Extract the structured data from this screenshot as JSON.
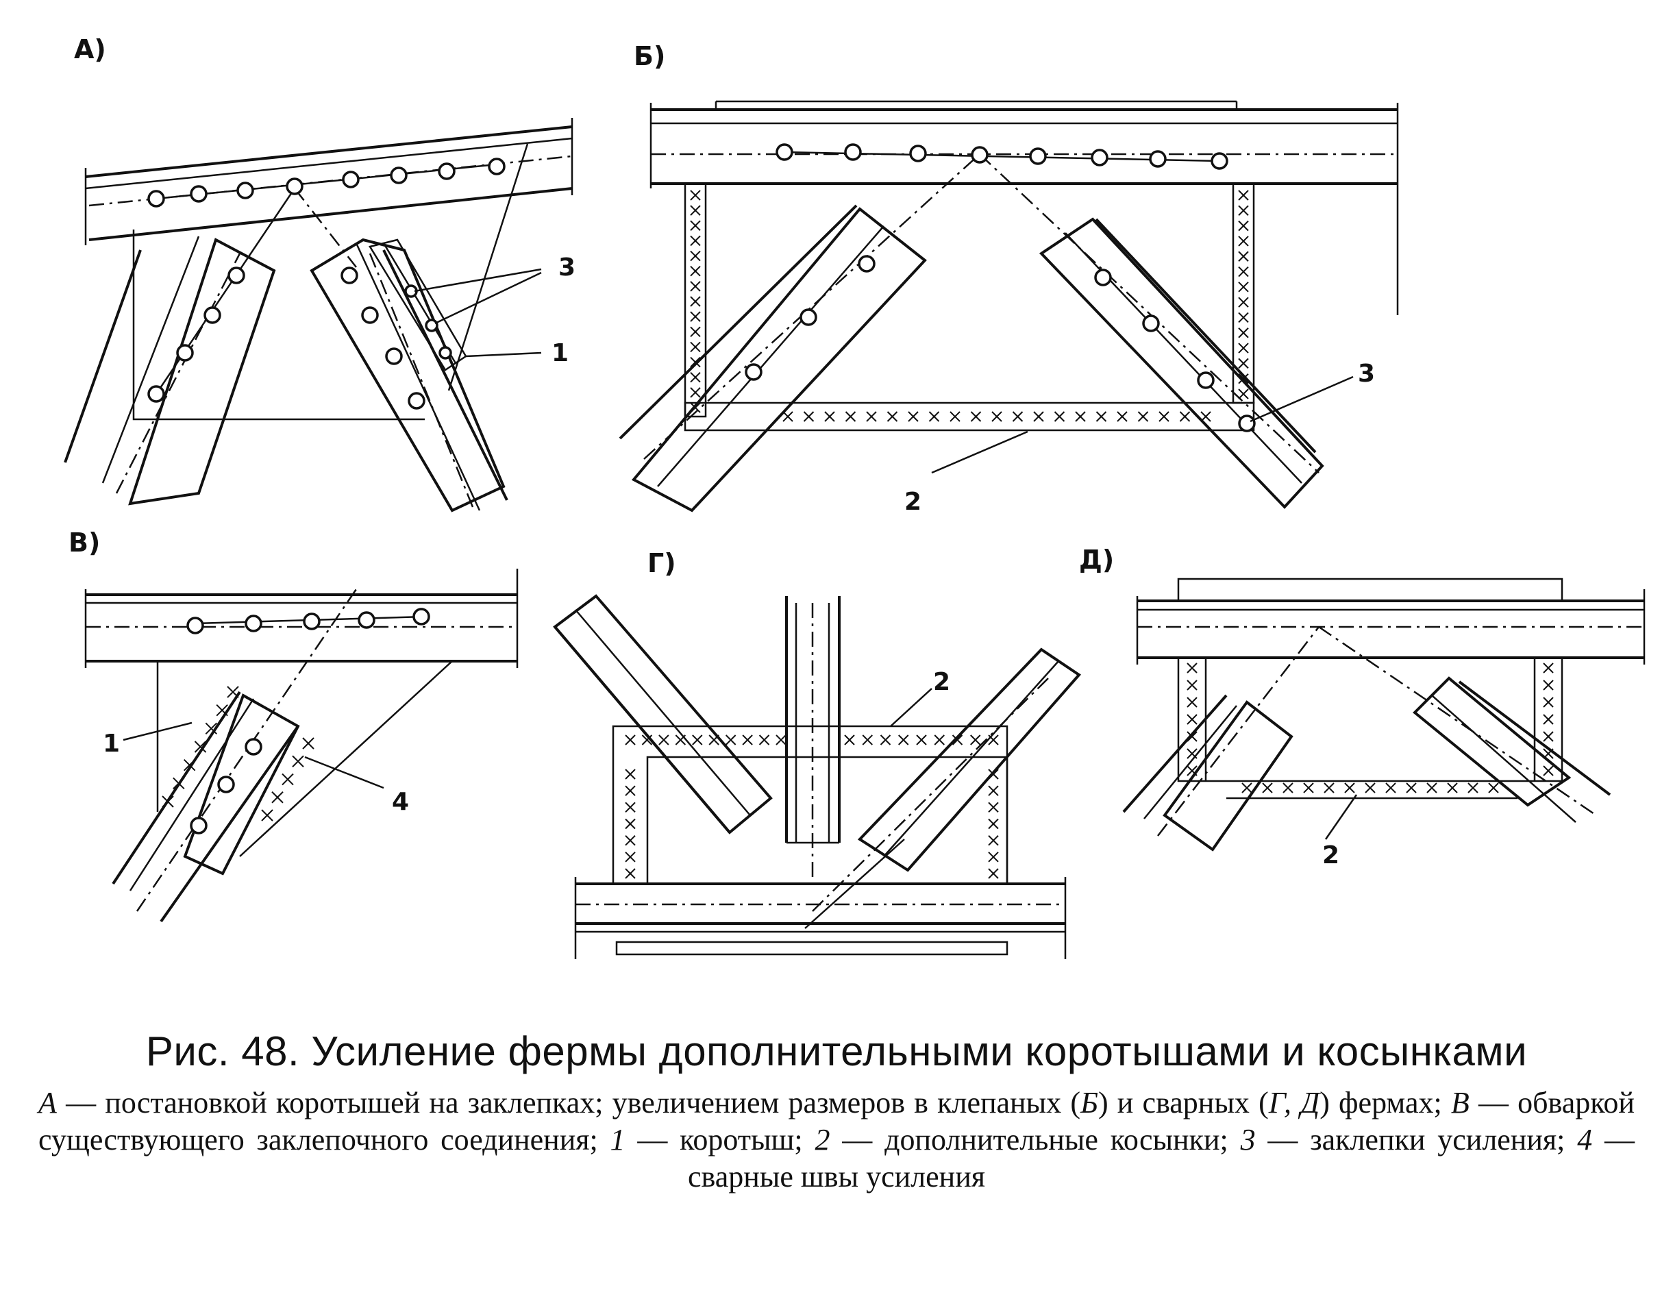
{
  "panels": {
    "a": {
      "label": "А)"
    },
    "b": {
      "label": "Б)"
    },
    "v": {
      "label": "В)"
    },
    "g": {
      "label": "Г)"
    },
    "d": {
      "label": "Д)"
    }
  },
  "callouts": {
    "a_3": "3",
    "a_1": "1",
    "b_3": "3",
    "b_2": "2",
    "v_1": "1",
    "v_4": "4",
    "g_2": "2",
    "d_2": "2"
  },
  "caption": {
    "title": "Рис. 48. Усиление фермы дополнительными коротышами и косынками",
    "parts": [
      {
        "text": "А",
        "italic": true
      },
      {
        "text": " — постановкой коротышей на заклепках; увеличением размеров в клепаных (",
        "italic": false
      },
      {
        "text": "Б",
        "italic": true
      },
      {
        "text": ") и сварных (",
        "italic": false
      },
      {
        "text": "Г, Д",
        "italic": true
      },
      {
        "text": ") фермах; ",
        "italic": false
      },
      {
        "text": "В",
        "italic": true
      },
      {
        "text": " — обваркой существующего заклепочного соединения; ",
        "italic": false
      },
      {
        "text": "1",
        "italic": true
      },
      {
        "text": " — коротыш; ",
        "italic": false
      },
      {
        "text": "2",
        "italic": true
      },
      {
        "text": " — дополнительные косынки; ",
        "italic": false
      },
      {
        "text": "3",
        "italic": true
      },
      {
        "text": " — заклепки усиления; ",
        "italic": false
      },
      {
        "text": "4",
        "italic": true
      },
      {
        "text": " — сварные швы усиления",
        "italic": false
      }
    ]
  }
}
